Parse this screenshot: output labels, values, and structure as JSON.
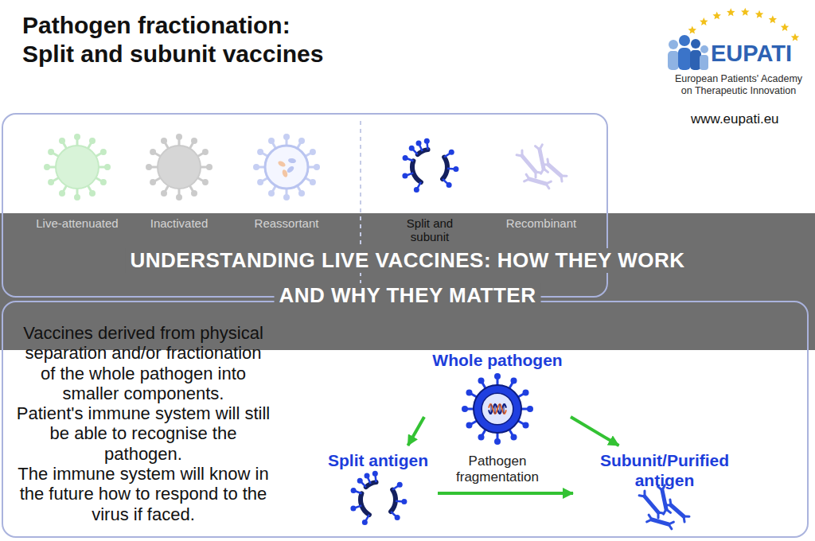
{
  "diagram": {
    "title": "Pathogen fractionation: Split and subunit vaccines",
    "nodes": [
      {
        "text": [
          "Live-attenuated",
          "Inactivated",
          "Reassortant",
          "Split and subunit",
          "Recombinant"
        ]
      },
      {
        "text": [
          "Vaccines derived from physical separation and/or fractionation of the whole pathogen into smaller components.",
          "Patient's immune system will still be able to recognise the pathogen.",
          "The immune system will know in the future how to respond to the virus if faced."
        ]
      },
      {
        "text": [
          "Whole pathogen"
        ],
        "in": 1
      },
      {
        "text": [
          "Split antigen"
        ],
        "in": 1
      },
      {
        "text": [
          "Subunit/Purified antigen"
        ],
        "in": 1
      }
    ],
    "edges": [
      {
        "from": 2,
        "to": 3,
        "arrow": "to"
      },
      {
        "from": 2,
        "to": 4,
        "arrow": "to"
      },
      {
        "from": 3,
        "to": 4,
        "arrow": "to"
      }
    ],
    "labels": [
      "EUPATI",
      "European Patients' Academy on Therapeutic Innovation",
      "www.eupati.eu",
      "UNDERSTANDING LIVE VACCINES: HOW THEY WORK",
      "AND WHY THEY MATTER",
      "Pathogen fragmentation"
    ]
  }
}
